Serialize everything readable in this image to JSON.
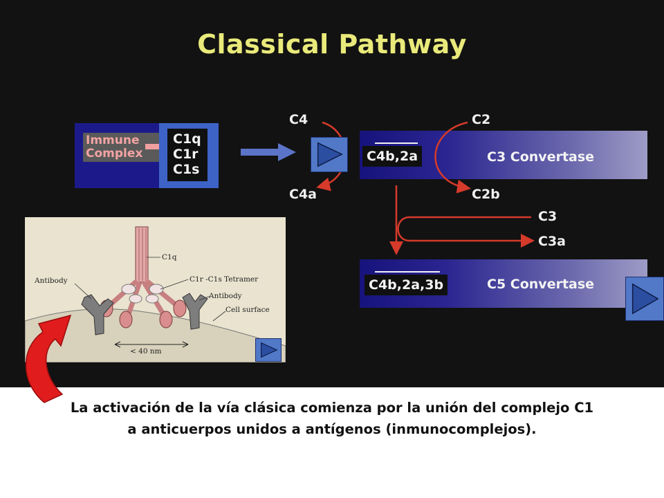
{
  "title": "Classical Pathway",
  "immune_complex": {
    "line1": "Immune",
    "line2": "Complex"
  },
  "c1_components": [
    "C1q",
    "C1r",
    "C1s"
  ],
  "c4_in": "C4",
  "c4_out": "C4a",
  "c2_in": "C2",
  "c2_out": "C2b",
  "c3_in": "C3",
  "c3_out": "C3a",
  "c3_convertase": {
    "label": "C4b,2a",
    "title": "C3 Convertase"
  },
  "c5_convertase": {
    "label": "C4b,2a,3b",
    "title": "C5 Convertase"
  },
  "figure": {
    "labels": {
      "c1q": "C1q",
      "tetramer": "C1r -C1s  Tetramer",
      "antibody_left": "Antibody",
      "antibody_right": "Antibody",
      "cell_surface": "Cell surface",
      "scale": "< 40 nm"
    }
  },
  "caption": {
    "line1": "La activación de la vía clásica comienza por la unión del complejo C1",
    "line2": "a anticuerpos unidos a antígenos (inmunocomplejos)."
  },
  "colors": {
    "title": "#e9ea7a",
    "arrow_red": "#d63a2a",
    "nav_button": "#5179c8",
    "band_start": "#17137c"
  },
  "icons": {
    "nav_button": "play-triangle-icon",
    "curved_arrow": "red-curved-arrow-icon"
  }
}
